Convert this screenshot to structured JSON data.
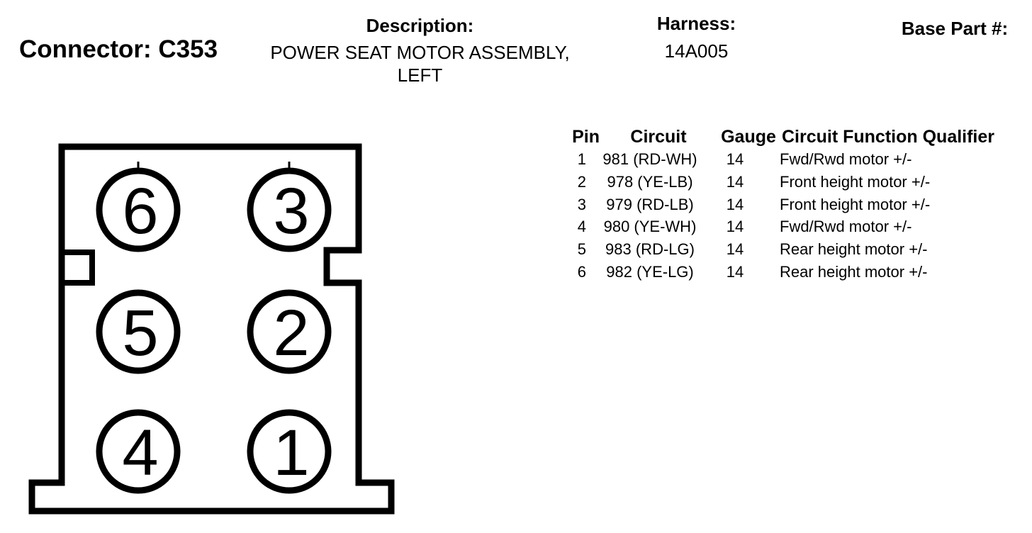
{
  "colors": {
    "ink": "#000000",
    "background": "#ffffff"
  },
  "header": {
    "connector_label": "Connector: C353",
    "description_label": "Description:",
    "description_value_line1": "POWER SEAT MOTOR ASSEMBLY,",
    "description_value_line2": "LEFT",
    "harness_label": "Harness:",
    "harness_value": "14A005",
    "base_part_label": "Base Part #:"
  },
  "pin_table": {
    "headers": {
      "pin": "Pin",
      "circuit": "Circuit",
      "gauge": "Gauge",
      "function": "Circuit Function Qualifier"
    },
    "rows": [
      {
        "pin": "1",
        "circuit": "981 (RD-WH)",
        "gauge": "14",
        "function": "Fwd/Rwd motor +/-"
      },
      {
        "pin": "2",
        "circuit": "978 (YE-LB)",
        "gauge": "14",
        "function": "Front height motor +/-"
      },
      {
        "pin": "3",
        "circuit": "979 (RD-LB)",
        "gauge": "14",
        "function": "Front height motor +/-"
      },
      {
        "pin": "4",
        "circuit": "980 (YE-WH)",
        "gauge": "14",
        "function": "Fwd/Rwd motor +/-"
      },
      {
        "pin": "5",
        "circuit": "983 (RD-LG)",
        "gauge": "14",
        "function": "Rear height motor +/-"
      },
      {
        "pin": "6",
        "circuit": "982 (YE-LG)",
        "gauge": "14",
        "function": "Rear height motor +/-"
      }
    ]
  },
  "connector_view": {
    "pins": [
      {
        "label": "6"
      },
      {
        "label": "3"
      },
      {
        "label": "5"
      },
      {
        "label": "2"
      },
      {
        "label": "4"
      },
      {
        "label": "1"
      }
    ]
  }
}
